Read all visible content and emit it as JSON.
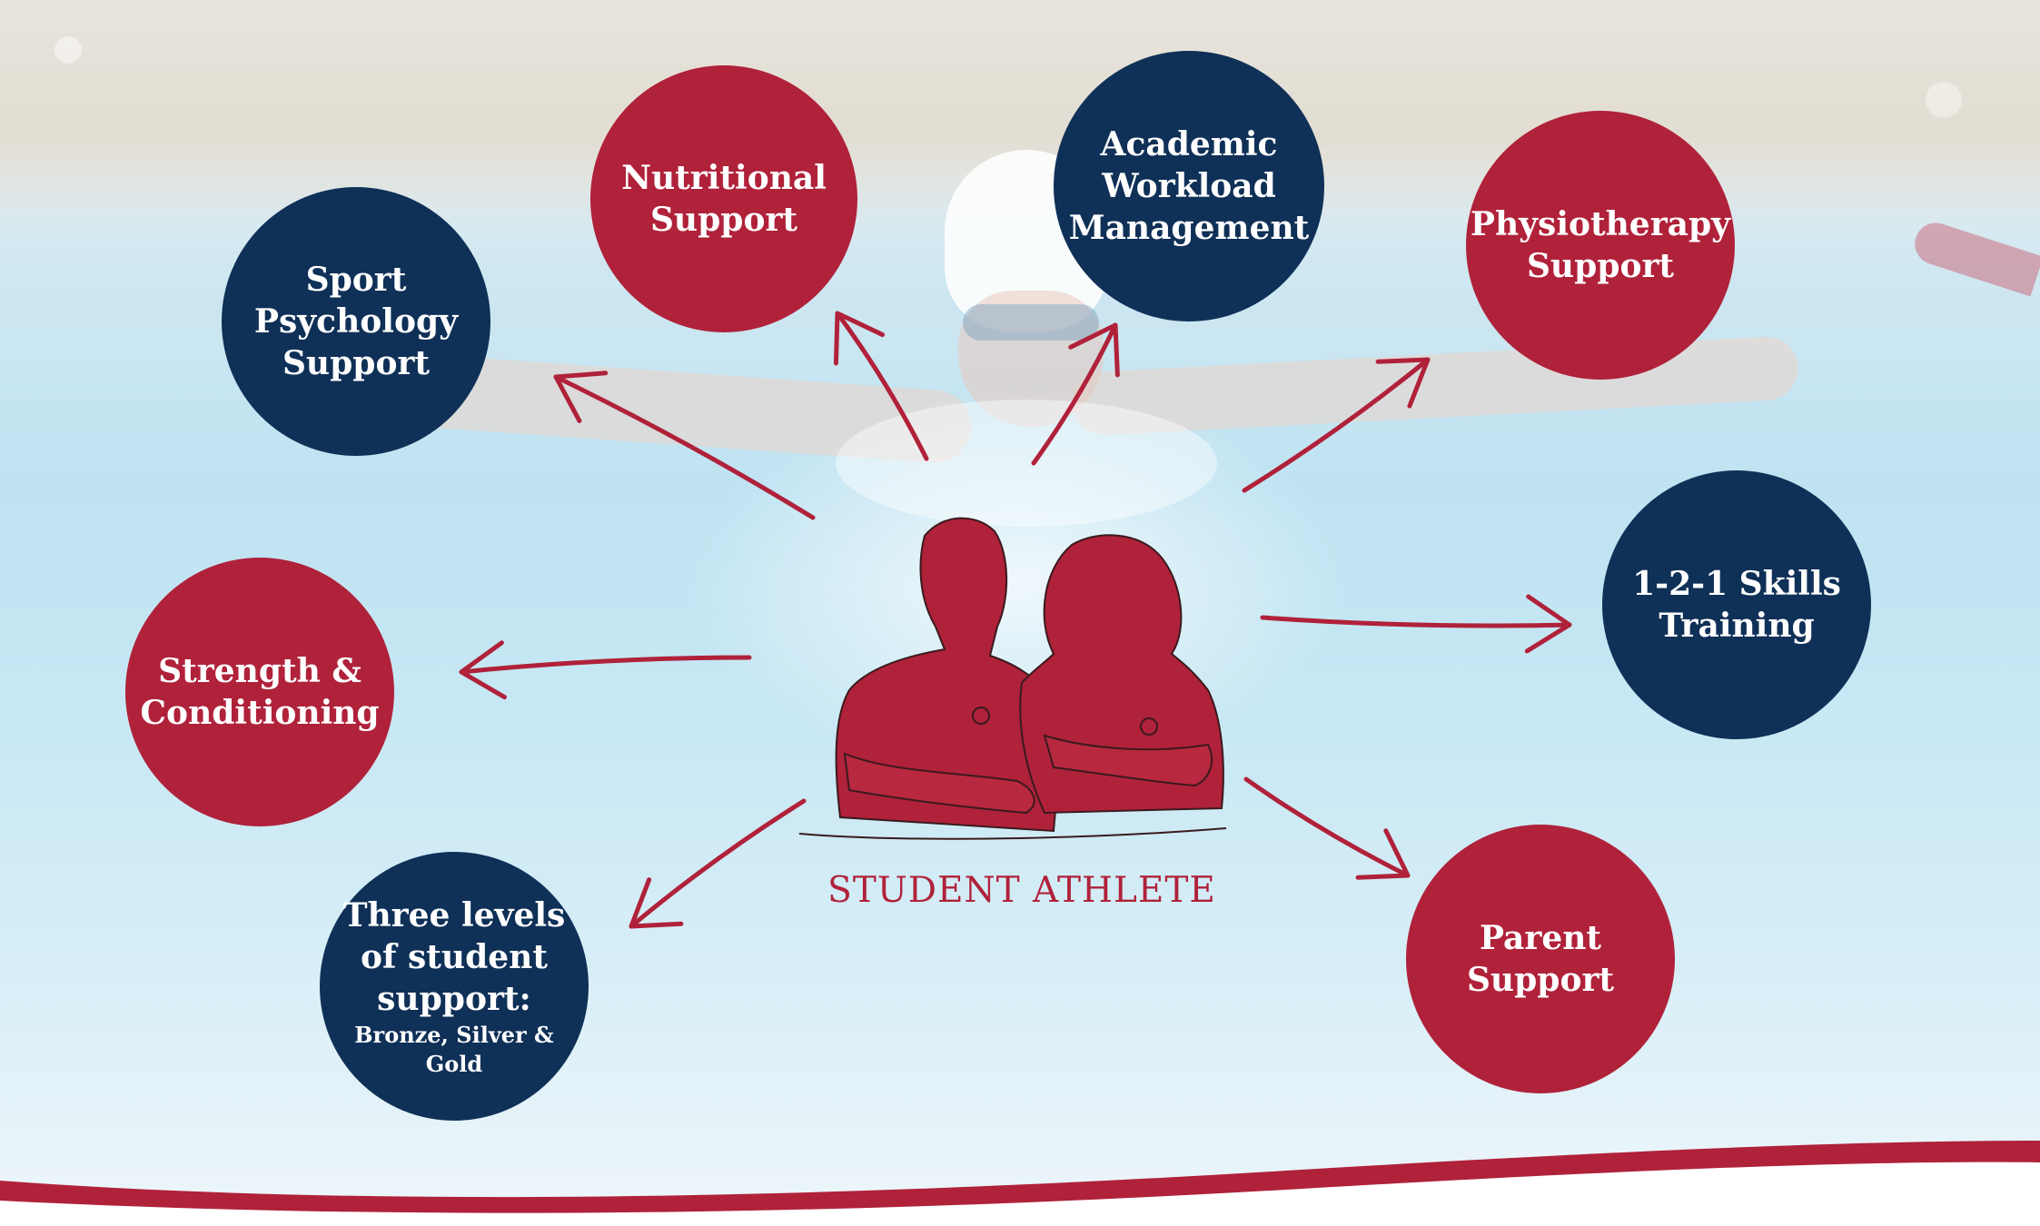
{
  "diagram": {
    "center": {
      "label": "STUDENT ATHLETE"
    },
    "nodes": [
      {
        "id": "nutritional",
        "lines": [
          "Nutritional",
          "Support"
        ],
        "sub": [],
        "color": "#b0213a"
      },
      {
        "id": "academic",
        "lines": [
          "Academic",
          "Workload",
          "Management"
        ],
        "sub": [],
        "color": "#0f3057"
      },
      {
        "id": "physiotherapy",
        "lines": [
          "Physiotherapy",
          "Support"
        ],
        "sub": [],
        "color": "#b0213a"
      },
      {
        "id": "sport-psychology",
        "lines": [
          "Sport",
          "Psychology",
          "Support"
        ],
        "sub": [],
        "color": "#0f3057"
      },
      {
        "id": "skills-training",
        "lines": [
          "1-2-1 Skills",
          "Training"
        ],
        "sub": [],
        "color": "#0f3057"
      },
      {
        "id": "strength",
        "lines": [
          "Strength &",
          "Conditioning"
        ],
        "sub": [],
        "color": "#b0213a"
      },
      {
        "id": "support-levels",
        "lines": [
          "Three levels",
          "of student",
          "support:"
        ],
        "sub": [
          "Bronze, Silver &",
          "Gold"
        ],
        "color": "#0f3057"
      },
      {
        "id": "parent",
        "lines": [
          "Parent",
          "Support"
        ],
        "sub": [],
        "color": "#b0213a"
      }
    ],
    "colors": {
      "red": "#b0213a",
      "navy": "#0f3057",
      "arrow": "#b0213a",
      "background": "#c8e8f4"
    }
  }
}
